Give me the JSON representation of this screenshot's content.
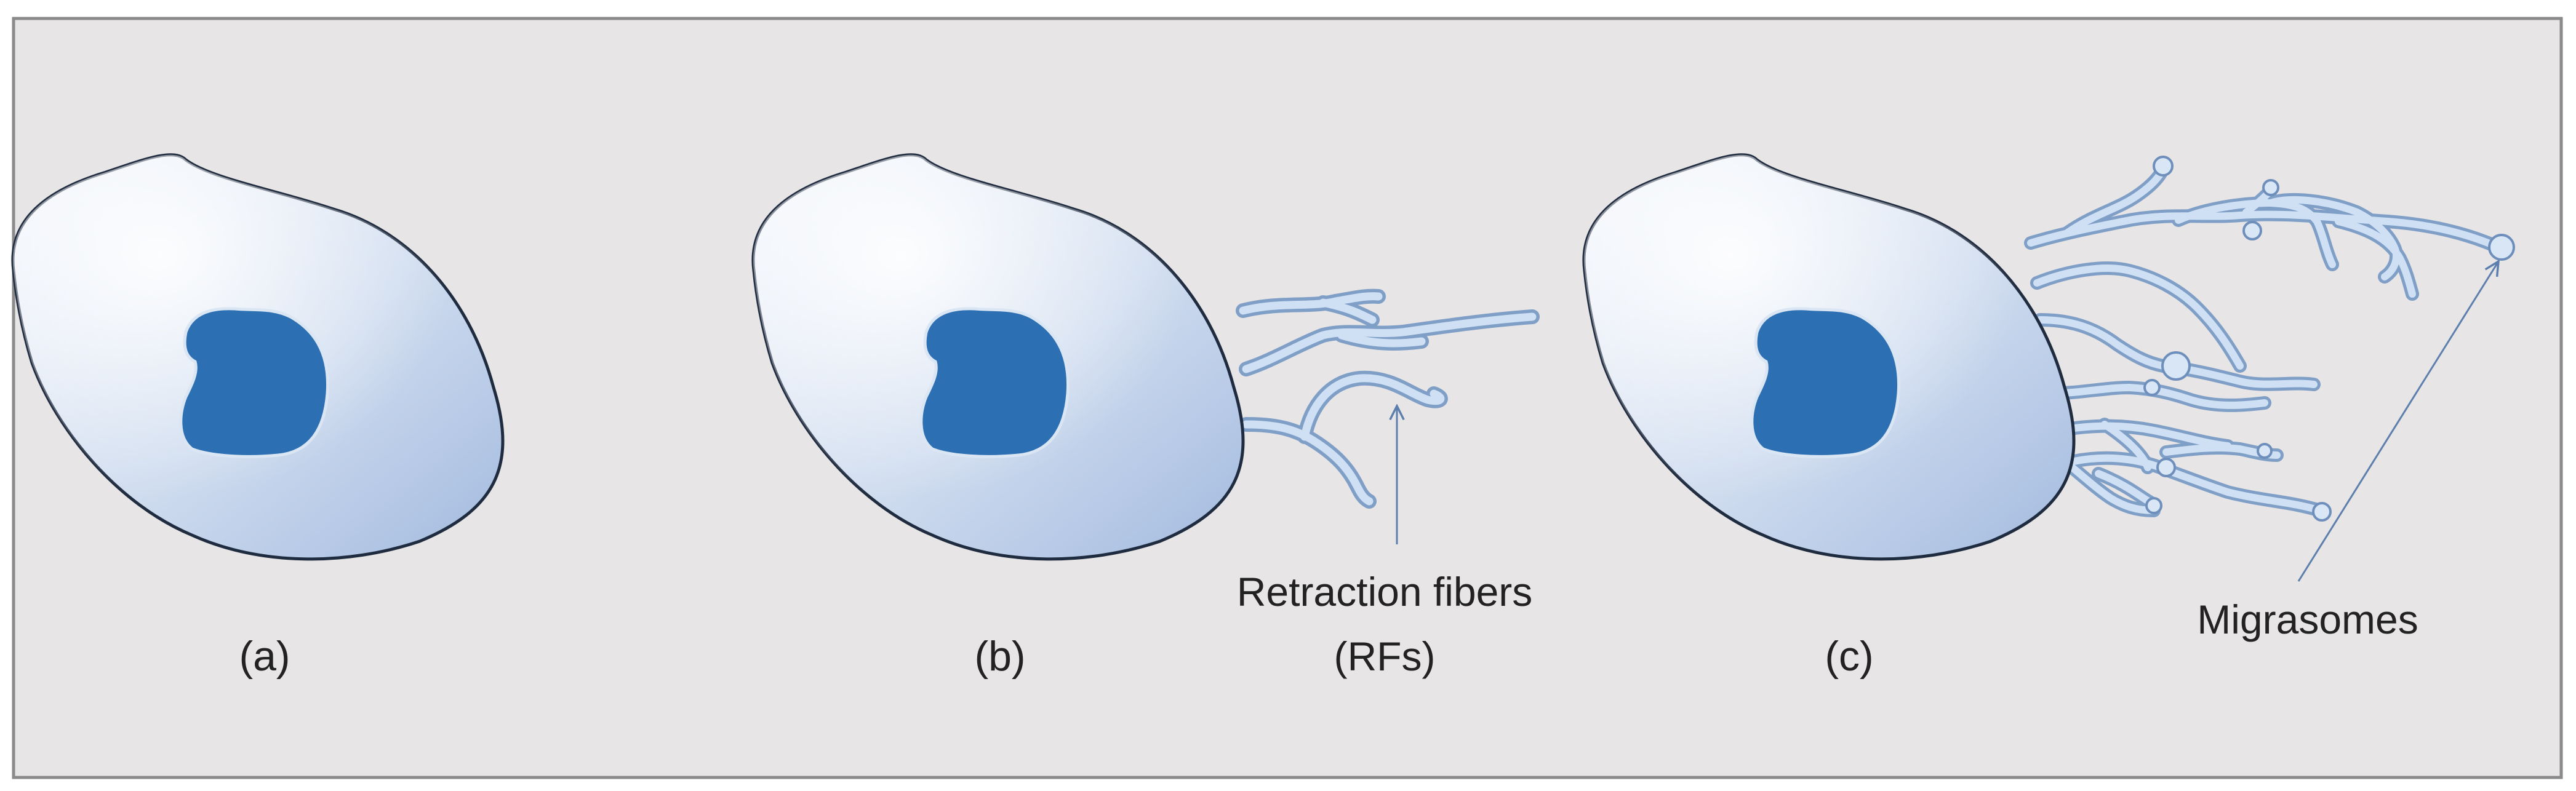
{
  "panels": [
    {
      "label": "(a)"
    },
    {
      "label": "(b)"
    },
    {
      "label": "(c)"
    }
  ],
  "annotations": {
    "retraction_fibers": {
      "line1": "Retraction fibers",
      "line2": "(RFs)"
    },
    "migrasomes": {
      "label": "Migrasomes"
    }
  },
  "colors": {
    "background": "#e7e5e6",
    "frame": "#8a8a8a",
    "cell_light": "#eef3fb",
    "cell_dark": "#a9c0e2",
    "cell_outline": "#1f2b3f",
    "nucleus": "#2c6fb2",
    "fiber": "#b8cfeb",
    "fiber_edge": "#7f9fc7",
    "arrow": "#5d7fae"
  }
}
